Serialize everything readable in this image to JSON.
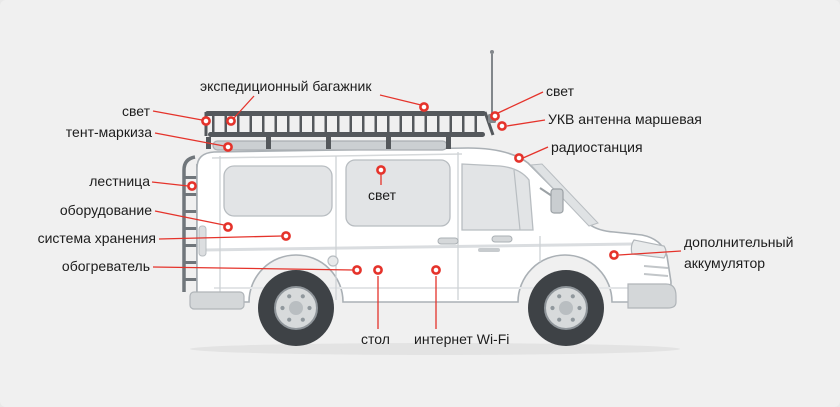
{
  "scene": {
    "background_color": "#f0f0f0",
    "accent_color": "#e5332b",
    "text_color": "#1c1c1c"
  },
  "labels": {
    "roof_rack": "экспедиционный багажник",
    "light_top": "свет",
    "vhf_antenna": "УКВ антенна маршевая",
    "radio": "радиостанция",
    "light_left": "свет",
    "awning": "тент-маркиза",
    "ladder": "лестница",
    "equipment": "оборудование",
    "storage": "система хранения",
    "heater": "обогреватель",
    "light_center": "свет",
    "table": "стол",
    "wifi": "интернет Wi-Fi",
    "battery": "дополнительный аккумулятор"
  }
}
